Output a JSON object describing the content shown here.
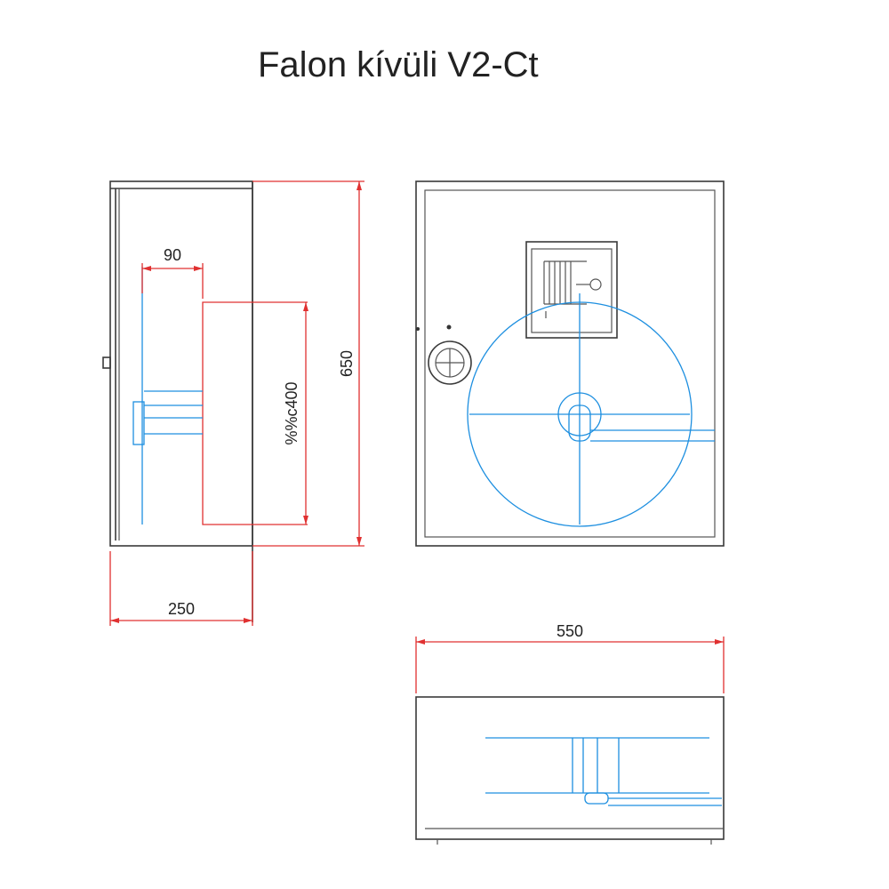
{
  "title": "Falon kívüli V2-Ct",
  "dimensions": {
    "height": "650",
    "depth": "250",
    "inset": "90",
    "reel": "%%c400",
    "width": "550"
  },
  "colors": {
    "outline": "#3a3a3a",
    "dimension": "#e03030",
    "hidden": "#1d8fe0"
  }
}
